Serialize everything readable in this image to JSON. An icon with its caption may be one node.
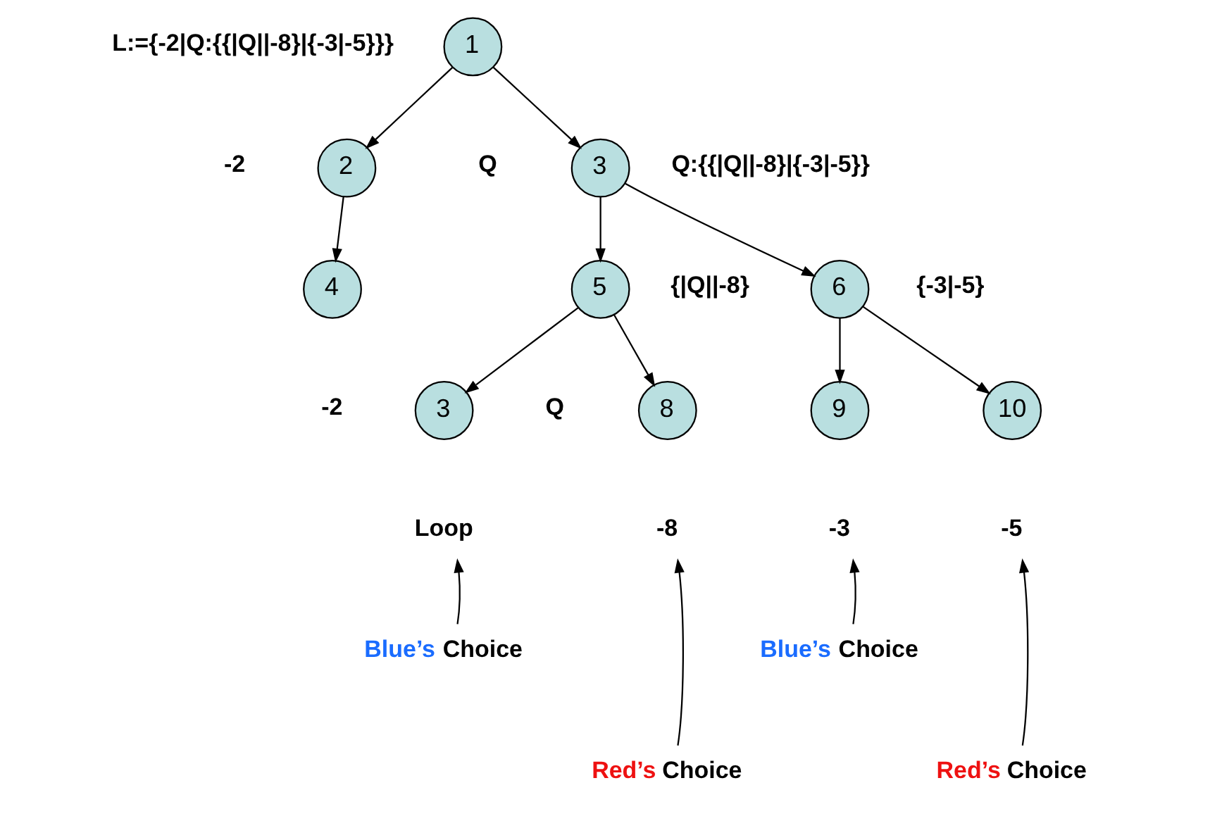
{
  "diagram": {
    "nodes": [
      {
        "text": [
          "1"
        ],
        "beside": [
          "L:={-2|Q:{{|Q||-8}|{-3|-5}}}"
        ]
      },
      {
        "text": [
          "2"
        ],
        "beside": [
          "-2"
        ]
      },
      {
        "text": [
          "3"
        ],
        "beside": [
          "Q",
          "Q:{{|Q||-8}|{-3|-5}}"
        ]
      },
      {
        "text": [
          "4"
        ],
        "beside": [
          "-2"
        ]
      },
      {
        "text": [
          "5"
        ],
        "beside": [
          "{|Q||-8}"
        ]
      },
      {
        "text": [
          "6"
        ],
        "beside": [
          "{-3|-5}"
        ]
      },
      {
        "text": [
          "3"
        ],
        "beside": [
          "Q"
        ]
      },
      {
        "text": [
          "8"
        ]
      },
      {
        "text": [
          "9"
        ]
      },
      {
        "text": [
          "10"
        ]
      },
      {
        "text": [
          "Loop"
        ]
      },
      {
        "text": [
          "-8"
        ]
      },
      {
        "text": [
          "-3"
        ]
      },
      {
        "text": [
          "-5"
        ]
      },
      {
        "text": [
          "Blue’s Choice"
        ]
      },
      {
        "text": [
          "Red’s Choice"
        ]
      },
      {
        "text": [
          "Blue’s Choice"
        ]
      },
      {
        "text": [
          "Red’s Choice"
        ]
      }
    ],
    "edges": [
      {
        "from": 0,
        "to": 1,
        "arrow": "to"
      },
      {
        "from": 0,
        "to": 2,
        "arrow": "to"
      },
      {
        "from": 1,
        "to": 3,
        "arrow": "to"
      },
      {
        "from": 2,
        "to": 4,
        "arrow": "to"
      },
      {
        "from": 2,
        "to": 5,
        "arrow": "to"
      },
      {
        "from": 4,
        "to": 6,
        "arrow": "to"
      },
      {
        "from": 4,
        "to": 7,
        "arrow": "to"
      },
      {
        "from": 5,
        "to": 8,
        "arrow": "to"
      },
      {
        "from": 5,
        "to": 9,
        "arrow": "to"
      },
      {
        "from": 14,
        "to": 10,
        "arrow": "to"
      },
      {
        "from": 15,
        "to": 11,
        "arrow": "to"
      },
      {
        "from": 16,
        "to": 12,
        "arrow": "to"
      },
      {
        "from": 17,
        "to": 13,
        "arrow": "to"
      }
    ]
  }
}
